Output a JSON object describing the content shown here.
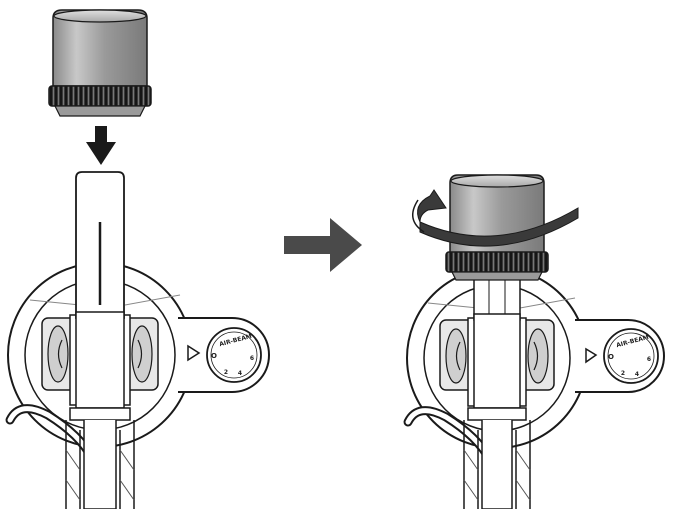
{
  "steps": [
    {
      "dial": {
        "label": "AIR-BEAM",
        "marks": [
          "O",
          "2",
          "4",
          "6"
        ]
      }
    },
    {
      "dial": {
        "label": "AIR-BEAM",
        "marks": [
          "O",
          "2",
          "4",
          "6"
        ]
      }
    }
  ],
  "icons": {
    "down_arrow": "arrow-down-icon",
    "step_arrow": "arrow-right-icon",
    "rotate": "rotate-clockwise-icon",
    "pointer": "triangle-pointer-icon"
  },
  "colors": {
    "line": "#1a1a1a",
    "gray_dark": "#6e6e6e",
    "gray_mid": "#a3a3a3",
    "gray_light": "#d2d2d2",
    "arrow": "#4a4a4a"
  }
}
